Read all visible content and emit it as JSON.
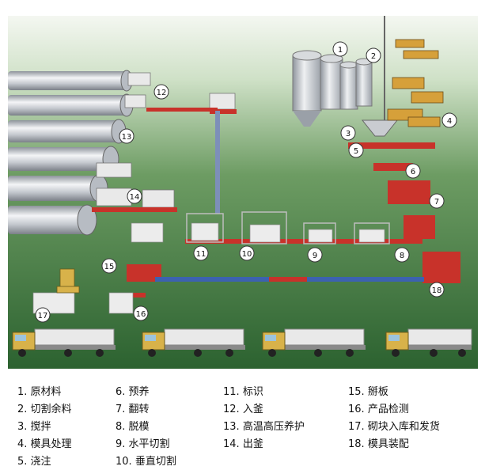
{
  "diagram": {
    "step_markers": [
      "1",
      "2",
      "3",
      "4",
      "5",
      "6",
      "7",
      "8",
      "9",
      "10",
      "11",
      "12",
      "13",
      "14",
      "15",
      "16",
      "17",
      "18"
    ],
    "legend": [
      {
        "num": "1.",
        "text": "原材料"
      },
      {
        "num": "2.",
        "text": "切割余料"
      },
      {
        "num": "3.",
        "text": "搅拌"
      },
      {
        "num": "4.",
        "text": "模具处理"
      },
      {
        "num": "5.",
        "text": "浇注"
      },
      {
        "num": "6.",
        "text": "预养"
      },
      {
        "num": "7.",
        "text": "翻转"
      },
      {
        "num": "8.",
        "text": "脱模"
      },
      {
        "num": "9.",
        "text": "水平切割"
      },
      {
        "num": "10.",
        "text": "垂直切割"
      },
      {
        "num": "11.",
        "text": "标识"
      },
      {
        "num": "12.",
        "text": "入釜"
      },
      {
        "num": "13.",
        "text": "高温高压养护"
      },
      {
        "num": "14.",
        "text": "出釜"
      },
      {
        "num": "15.",
        "text": "掰板"
      },
      {
        "num": "16.",
        "text": "产品检测"
      },
      {
        "num": "17.",
        "text": "砌块入库和发货"
      },
      {
        "num": "18.",
        "text": "模具装配"
      }
    ],
    "colors": {
      "sky_top": "#f2f6ee",
      "ground": "#2f6b33",
      "conveyor_red": "#c8322a",
      "flow_blue": "#3c62b0",
      "steel": "#c9ccd1",
      "truck_cab": "#d8b24a"
    }
  }
}
